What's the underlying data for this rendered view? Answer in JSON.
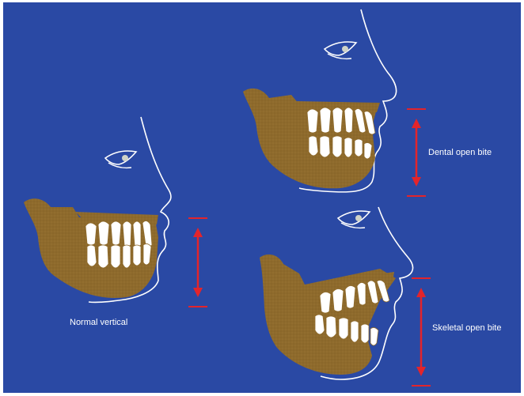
{
  "labels": {
    "normal": "Normal vertical",
    "dental": "Dental open bite",
    "skeletal": "Skeletal open bite"
  },
  "colors": {
    "background": "#2a49a4",
    "bone": "#8e6a2c",
    "teeth": "#ffffff",
    "profile_line": "#ffffff",
    "measure_arrow": "#e3242b"
  },
  "figures": [
    {
      "id": "normal",
      "condition": "normal vertical"
    },
    {
      "id": "dental",
      "condition": "dental open bite"
    },
    {
      "id": "skeletal",
      "condition": "skeletal open bite"
    }
  ]
}
